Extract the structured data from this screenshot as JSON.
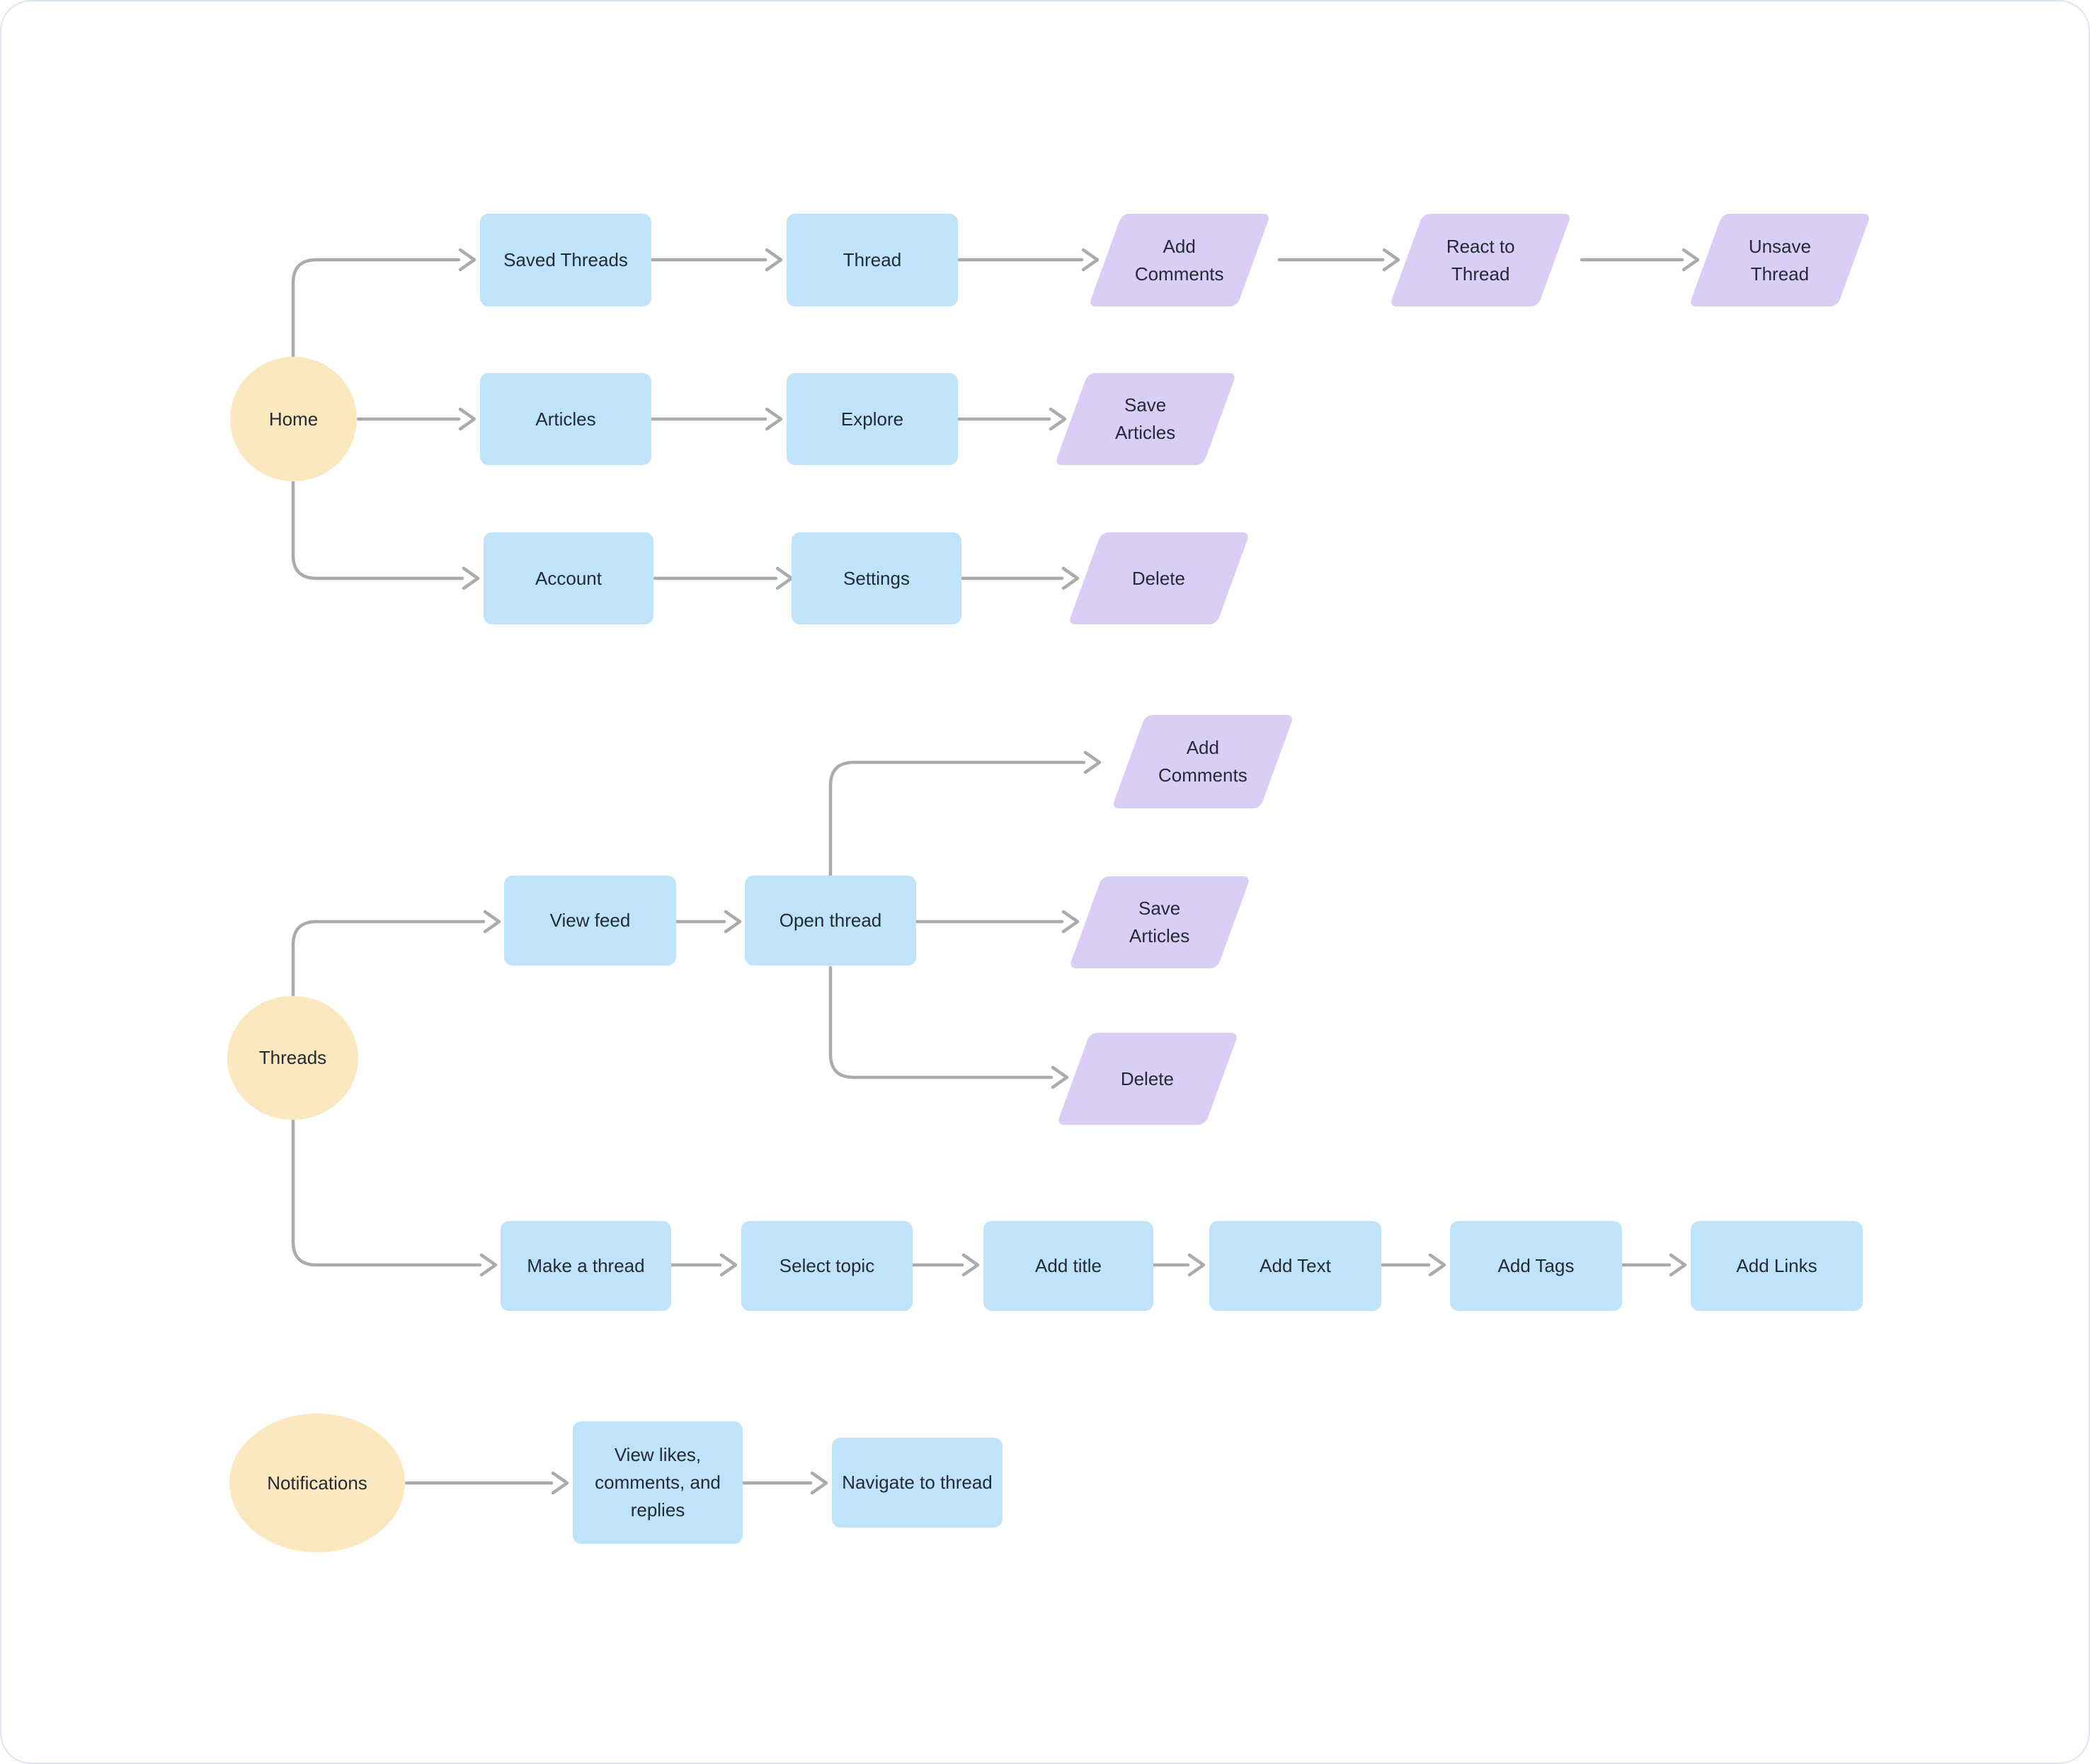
{
  "palette": {
    "process_fill": "#BEE3FA",
    "action_fill": "#DACDF6",
    "start_fill": "#FBE8BE",
    "connector_color": "#ABABAB",
    "text_color": "#232B35",
    "canvas_bg": "#FFFFFF",
    "frame_border": "#DDE6F0"
  },
  "diagram": {
    "type": "user-flow flowchart",
    "sections": [
      "Home",
      "Threads",
      "Notifications"
    ]
  },
  "nodes": {
    "home": {
      "label": "Home",
      "shape": "ellipse"
    },
    "saved_threads": {
      "label": "Saved Threads",
      "shape": "rectangle"
    },
    "thread": {
      "label": "Thread",
      "shape": "rectangle"
    },
    "add_comments_home": {
      "label": "Add\nComments",
      "shape": "parallelogram"
    },
    "react_to_thread": {
      "label": "React to\nThread",
      "shape": "parallelogram"
    },
    "unsave_thread": {
      "label": "Unsave\nThread",
      "shape": "parallelogram"
    },
    "articles": {
      "label": "Articles",
      "shape": "rectangle"
    },
    "explore": {
      "label": "Explore",
      "shape": "rectangle"
    },
    "save_articles_home": {
      "label": "Save\nArticles",
      "shape": "parallelogram"
    },
    "account": {
      "label": "Account",
      "shape": "rectangle"
    },
    "settings": {
      "label": "Settings",
      "shape": "rectangle"
    },
    "delete_home": {
      "label": "Delete",
      "shape": "parallelogram"
    },
    "threads": {
      "label": "Threads",
      "shape": "ellipse"
    },
    "view_feed": {
      "label": "View feed",
      "shape": "rectangle"
    },
    "open_thread": {
      "label": "Open thread",
      "shape": "rectangle"
    },
    "add_comments_threads": {
      "label": "Add\nComments",
      "shape": "parallelogram"
    },
    "save_articles_threads": {
      "label": "Save\nArticles",
      "shape": "parallelogram"
    },
    "delete_threads": {
      "label": "Delete",
      "shape": "parallelogram"
    },
    "make_a_thread": {
      "label": "Make a thread",
      "shape": "rectangle"
    },
    "select_topic": {
      "label": "Select topic",
      "shape": "rectangle"
    },
    "add_title": {
      "label": "Add title",
      "shape": "rectangle"
    },
    "add_text": {
      "label": "Add Text",
      "shape": "rectangle"
    },
    "add_tags": {
      "label": "Add Tags",
      "shape": "rectangle"
    },
    "add_links": {
      "label": "Add Links",
      "shape": "rectangle"
    },
    "notifications": {
      "label": "Notifications",
      "shape": "ellipse"
    },
    "view_likes": {
      "label": "View likes,\ncomments, and\nreplies",
      "shape": "rectangle"
    },
    "navigate_to_thread": {
      "label": "Navigate to thread",
      "shape": "rectangle"
    }
  },
  "edges": [
    {
      "from": "home",
      "to": "saved_threads"
    },
    {
      "from": "saved_threads",
      "to": "thread"
    },
    {
      "from": "thread",
      "to": "add_comments_home"
    },
    {
      "from": "add_comments_home",
      "to": "react_to_thread"
    },
    {
      "from": "react_to_thread",
      "to": "unsave_thread"
    },
    {
      "from": "home",
      "to": "articles"
    },
    {
      "from": "articles",
      "to": "explore"
    },
    {
      "from": "explore",
      "to": "save_articles_home"
    },
    {
      "from": "home",
      "to": "account"
    },
    {
      "from": "account",
      "to": "settings"
    },
    {
      "from": "settings",
      "to": "delete_home"
    },
    {
      "from": "threads",
      "to": "view_feed"
    },
    {
      "from": "view_feed",
      "to": "open_thread"
    },
    {
      "from": "open_thread",
      "to": "add_comments_threads"
    },
    {
      "from": "open_thread",
      "to": "save_articles_threads"
    },
    {
      "from": "open_thread",
      "to": "delete_threads"
    },
    {
      "from": "threads",
      "to": "make_a_thread"
    },
    {
      "from": "make_a_thread",
      "to": "select_topic"
    },
    {
      "from": "select_topic",
      "to": "add_title"
    },
    {
      "from": "add_title",
      "to": "add_text"
    },
    {
      "from": "add_text",
      "to": "add_tags"
    },
    {
      "from": "add_tags",
      "to": "add_links"
    },
    {
      "from": "notifications",
      "to": "view_likes"
    },
    {
      "from": "view_likes",
      "to": "navigate_to_thread"
    }
  ]
}
